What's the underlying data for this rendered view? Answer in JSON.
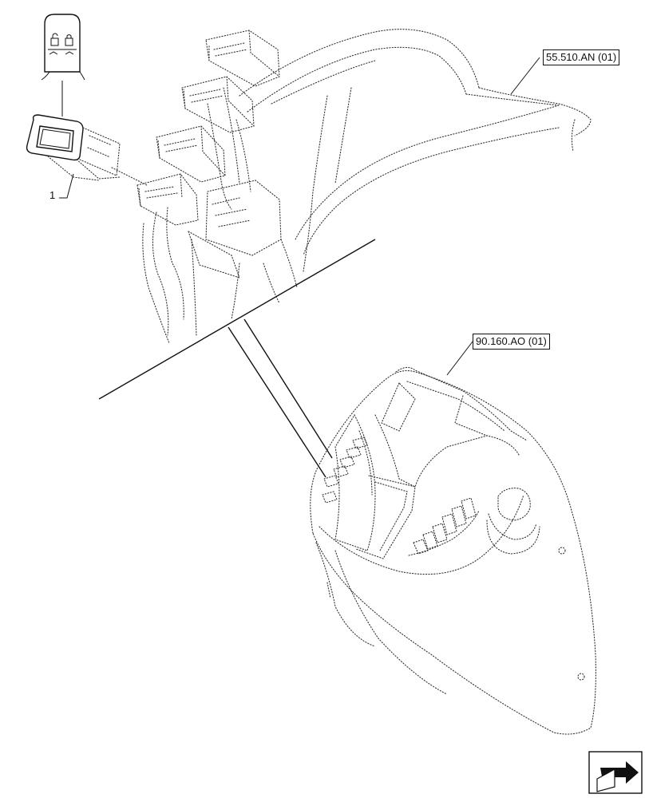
{
  "references": {
    "ref_top": "55.510.AN (01)",
    "ref_bottom": "90.160.AO (01)"
  },
  "callouts": {
    "item_1": "1"
  },
  "icons": {
    "switch_symbol": "lock-unlock-icon",
    "navigation": "next-page-arrow-icon"
  }
}
